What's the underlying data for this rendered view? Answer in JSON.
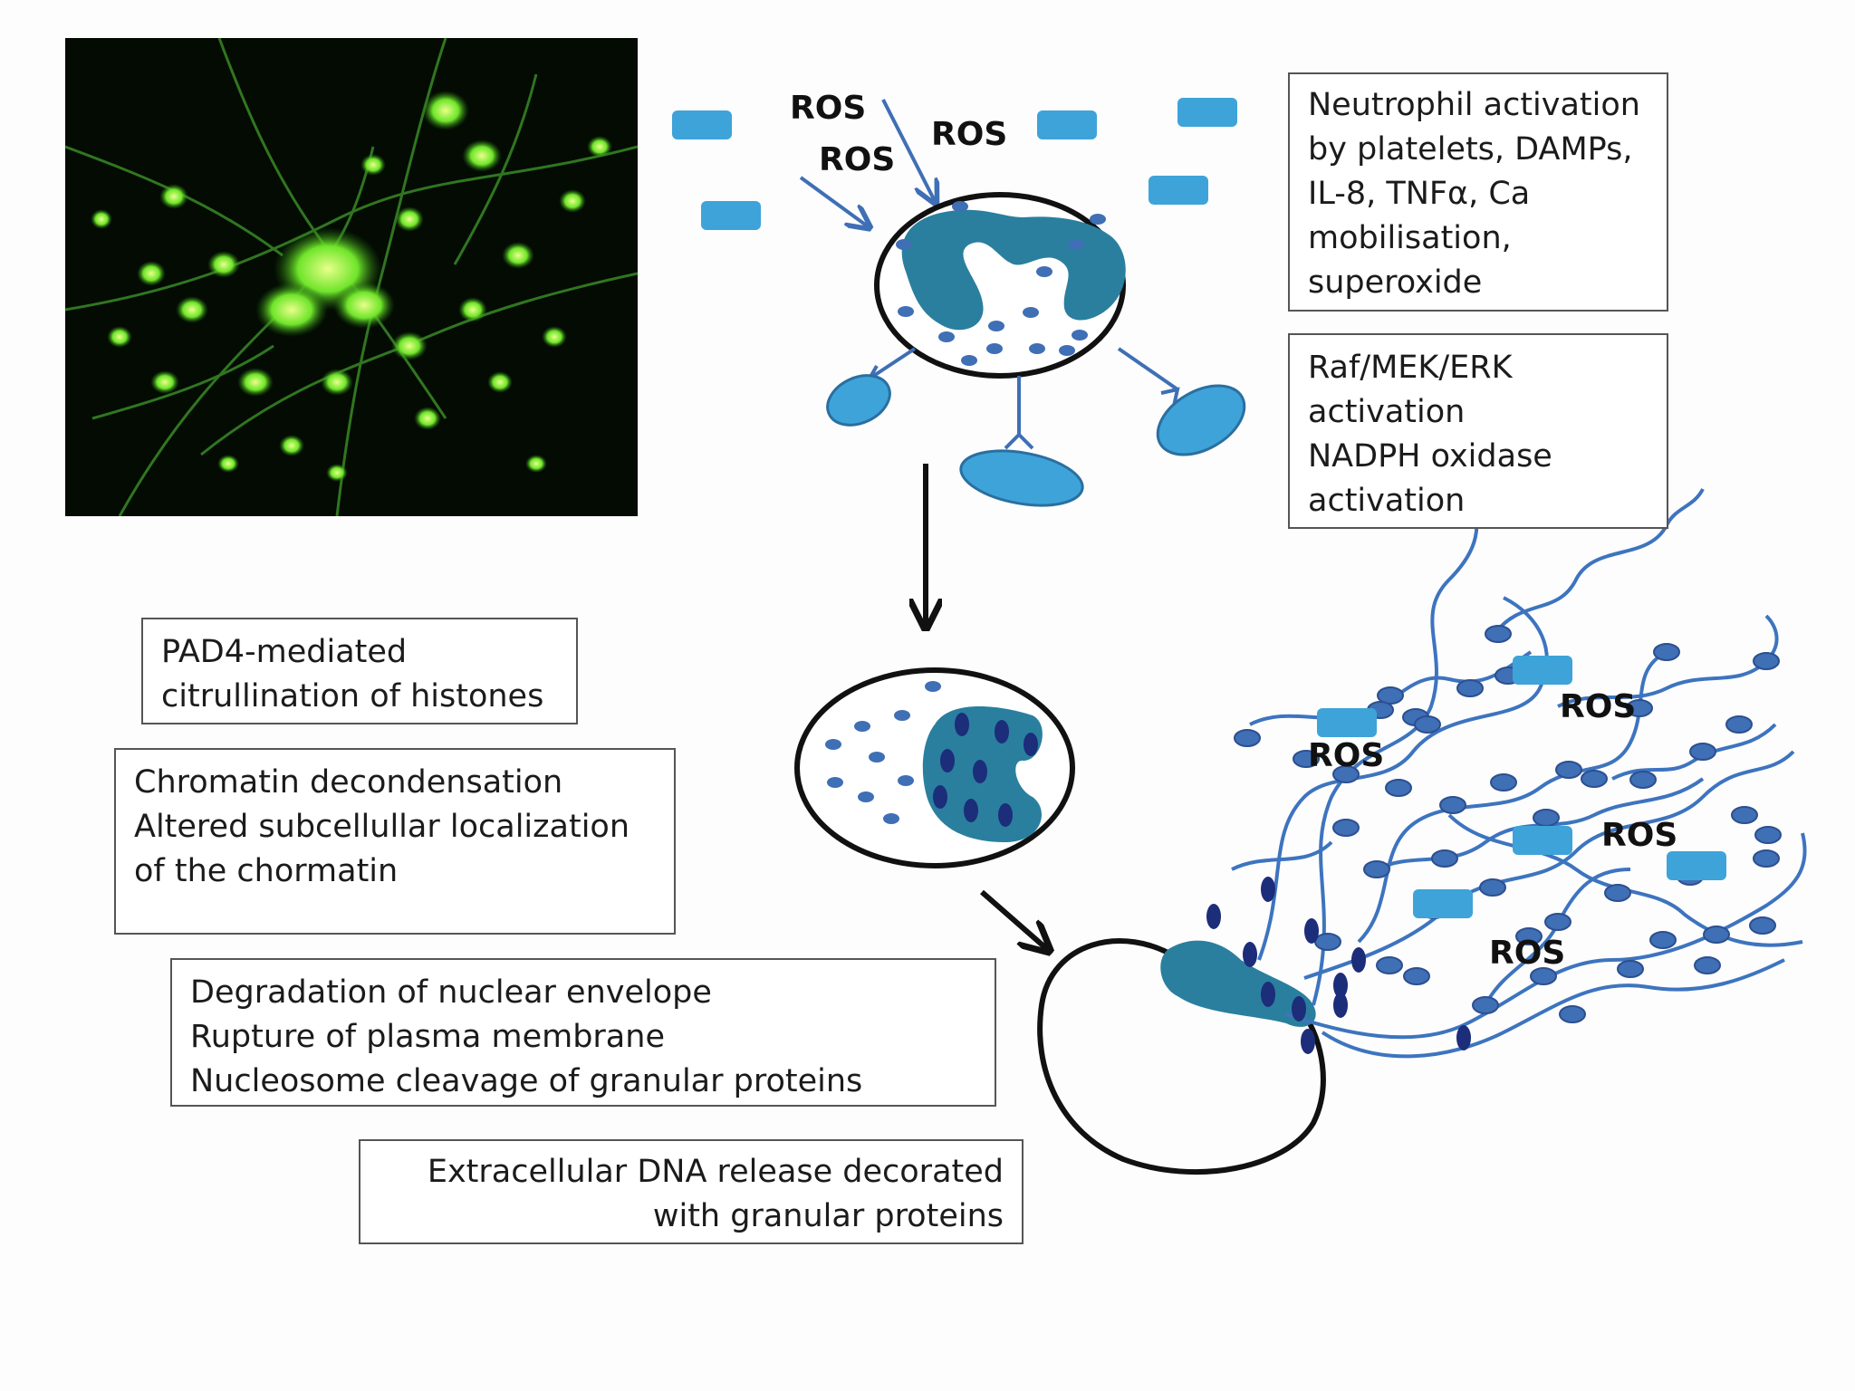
{
  "diagram": {
    "ros_label": "ROS",
    "boxes": {
      "activation": {
        "lines": [
          "Neutrophil activation",
          "by  platelets, DAMPs,",
          "IL-8, TNFα, Ca",
          "mobilisation,",
          "superoxide"
        ]
      },
      "signaling": {
        "lines": [
          "Raf/MEK/ERK",
          "activation",
          "NADPH oxidase",
          "activation"
        ]
      },
      "pad4": {
        "lines": [
          "PAD4-mediated",
          "citrullination of histones"
        ]
      },
      "chromatin": {
        "lines": [
          "Chromatin decondensation",
          "Altered subcellullar localization",
          "of the chormatin"
        ]
      },
      "degradation": {
        "lines": [
          "Degradation of nuclear envelope",
          "Rupture of plasma membrane",
          "Nucleosome cleavage of granular proteins"
        ]
      },
      "release": {
        "lines": [
          "Extracellular DNA release decorated",
          "with granular proteins"
        ]
      }
    },
    "colors": {
      "nucleus": "#2a7f9e",
      "granule": "#3f6fb5",
      "platelet": "#3ea3d8",
      "dna_fiber": "#3d74bf",
      "histone_dark": "#1c2d7a",
      "fluorescence": "#7dff2e"
    }
  }
}
